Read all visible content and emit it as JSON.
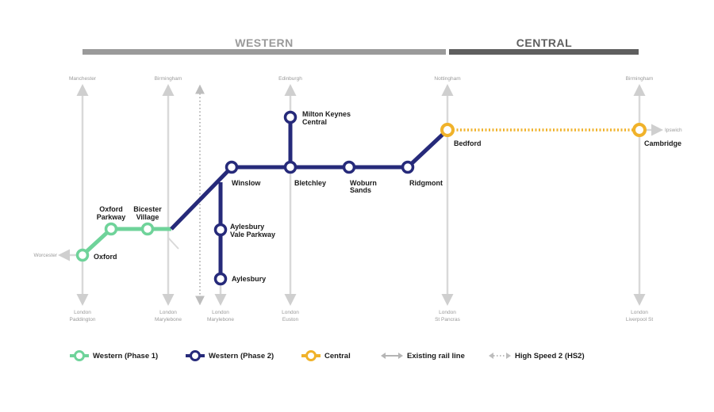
{
  "sections": {
    "western": "WESTERN",
    "central": "CENTRAL"
  },
  "colors": {
    "western_phase1": "#6fd39a",
    "western_phase2": "#262a7a",
    "central": "#f0b22a",
    "existing_rail": "#d9d9d9",
    "section_western_bar": "#9a9a9a",
    "section_central_bar": "#5f5f5f"
  },
  "existing_lines": [
    {
      "top": "Manchester",
      "bottom": [
        "London",
        "Paddington"
      ]
    },
    {
      "top": "Birmingham",
      "bottom": [
        "London",
        "Marylebone"
      ]
    },
    {
      "top": "",
      "bottom": [
        "London",
        "Marylebone"
      ]
    },
    {
      "top": "Edinburgh",
      "bottom": [
        "London",
        "Euston"
      ]
    },
    {
      "top": "Nottingham",
      "bottom": [
        "London",
        "St Pancras"
      ]
    },
    {
      "top": "Birmingham",
      "bottom": [
        "London",
        "Liverpool St"
      ]
    }
  ],
  "side_labels": {
    "west": "Worcester",
    "east": "Ipswich"
  },
  "stations": [
    {
      "name": [
        "Oxford"
      ],
      "line": "western_phase1"
    },
    {
      "name": [
        "Oxford",
        "Parkway"
      ],
      "line": "western_phase1"
    },
    {
      "name": [
        "Bicester",
        "Village"
      ],
      "line": "western_phase1"
    },
    {
      "name": [
        "Winslow"
      ],
      "line": "western_phase2"
    },
    {
      "name": [
        "Aylesbury",
        "Vale Parkway"
      ],
      "line": "western_phase2"
    },
    {
      "name": [
        "Aylesbury"
      ],
      "line": "western_phase2"
    },
    {
      "name": [
        "Milton Keynes",
        "Central"
      ],
      "line": "western_phase2"
    },
    {
      "name": [
        "Bletchley"
      ],
      "line": "western_phase2"
    },
    {
      "name": [
        "Woburn",
        "Sands"
      ],
      "line": "western_phase2"
    },
    {
      "name": [
        "Ridgmont"
      ],
      "line": "western_phase2"
    },
    {
      "name": [
        "Bedford"
      ],
      "line": "central"
    },
    {
      "name": [
        "Cambridge"
      ],
      "line": "central"
    }
  ],
  "legend": [
    {
      "label": "Western (Phase 1)",
      "icon": "green-station-icon"
    },
    {
      "label": "Western (Phase 2)",
      "icon": "navy-station-icon"
    },
    {
      "label": "Central",
      "icon": "yellow-station-icon"
    },
    {
      "label": "Existing rail line",
      "icon": "double-arrow-icon"
    },
    {
      "label": "High Speed 2 (HS2)",
      "icon": "dotted-arrow-icon"
    }
  ]
}
